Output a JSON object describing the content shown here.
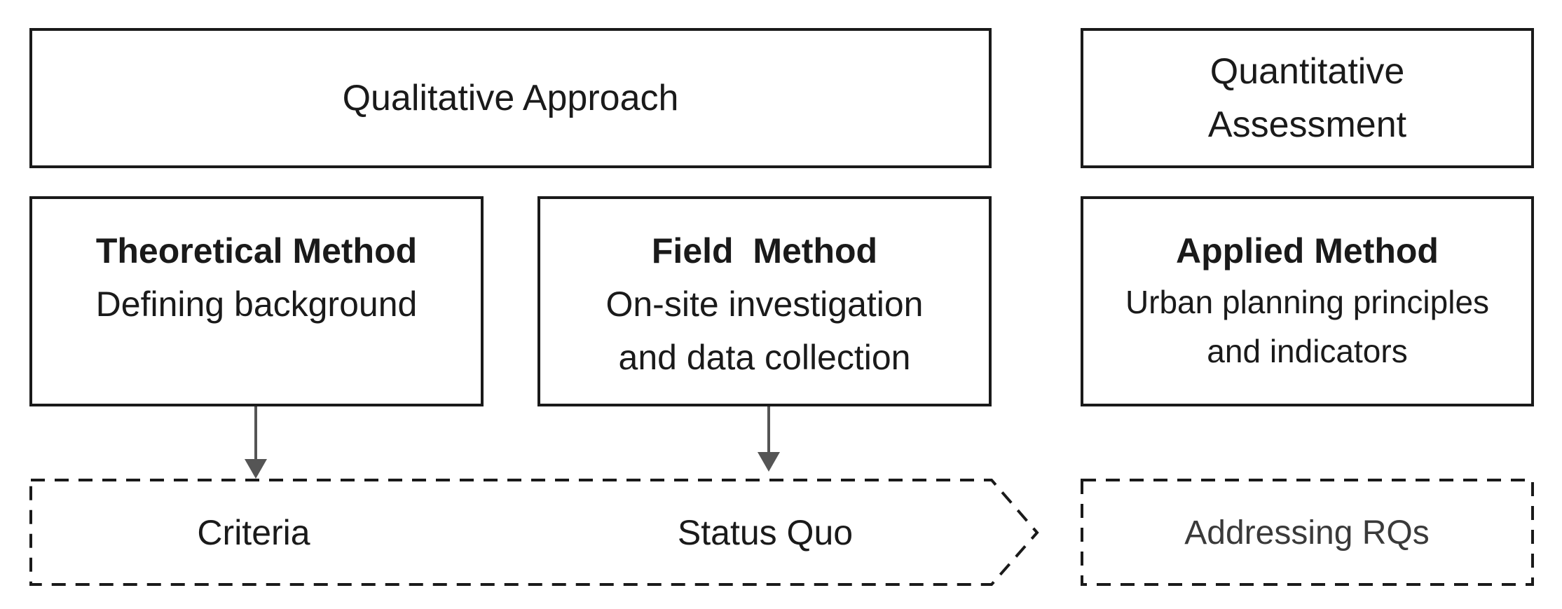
{
  "headers": {
    "qualitative": "Qualitative Approach",
    "quantitative_line1": "Quantitative",
    "quantitative_line2": "Assessment"
  },
  "methods": [
    {
      "title": "Theoretical Method",
      "desc_lines": [
        "Defining background"
      ]
    },
    {
      "title": "Field  Method",
      "desc_lines": [
        "On-site investigation",
        "and data collection"
      ]
    },
    {
      "title": "Applied Method",
      "desc_lines": [
        "Urban planning principles",
        "and indicators"
      ]
    }
  ],
  "outputs": {
    "criteria": "Criteria",
    "status_quo": "Status Quo",
    "addressing": "Addressing RQs"
  },
  "colors": {
    "stroke": "#1a1a1a",
    "arrow": "#555555"
  }
}
